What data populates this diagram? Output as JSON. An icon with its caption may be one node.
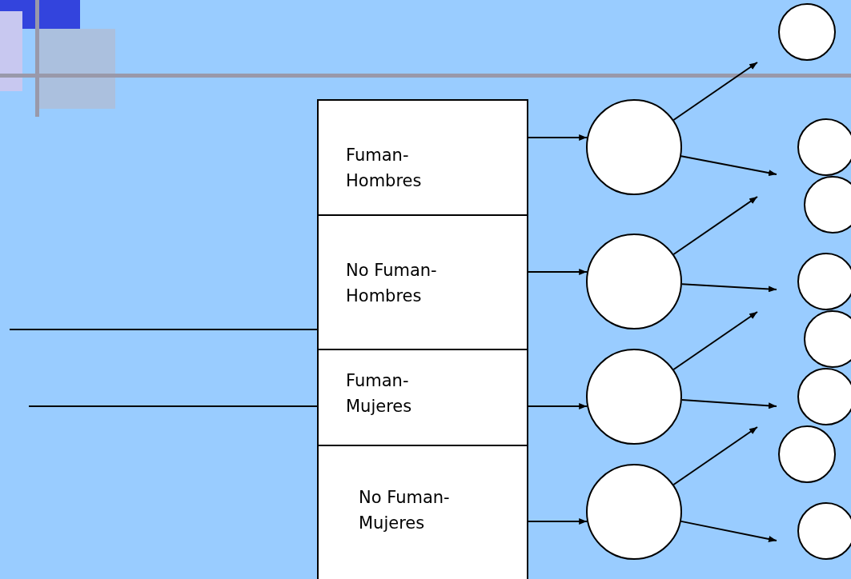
{
  "diagram": {
    "nodes": [
      {
        "text": [
          "Fuman- Hombres"
        ]
      },
      {
        "text": [
          "No Fuman- Hombres"
        ]
      },
      {
        "text": [
          "Fuman- Mujeres"
        ]
      },
      {
        "text": [
          "No Fuman- Mujeres"
        ]
      },
      {
        "text": [],
        "shape": "circle"
      },
      {
        "text": [],
        "shape": "circle"
      },
      {
        "text": [],
        "shape": "circle"
      },
      {
        "text": [],
        "shape": "circle"
      },
      {
        "text": [],
        "shape": "circle"
      },
      {
        "text": [],
        "shape": "circle"
      },
      {
        "text": [],
        "shape": "circle"
      },
      {
        "text": [],
        "shape": "circle"
      },
      {
        "text": [],
        "shape": "circle"
      },
      {
        "text": [],
        "shape": "circle"
      },
      {
        "text": [],
        "shape": "circle"
      },
      {
        "text": [],
        "shape": "circle"
      }
    ],
    "edges": [
      {
        "from": 0,
        "to": 4,
        "arrow": "to"
      },
      {
        "from": 1,
        "to": 5,
        "arrow": "to"
      },
      {
        "from": 2,
        "to": 6,
        "arrow": "to"
      },
      {
        "from": 3,
        "to": 7,
        "arrow": "to"
      },
      {
        "from": 4,
        "to": 8,
        "arrow": "to"
      },
      {
        "from": 4,
        "to": 9,
        "arrow": "to"
      },
      {
        "from": 5,
        "to": null,
        "arrow": "to"
      },
      {
        "from": 5,
        "to": 11,
        "arrow": "to"
      },
      {
        "from": 6,
        "to": null,
        "arrow": "to"
      },
      {
        "from": 6,
        "to": 13,
        "arrow": "to"
      },
      {
        "from": 7,
        "to": 14,
        "arrow": "to"
      },
      {
        "from": 7,
        "to": 15,
        "arrow": "to"
      },
      {
        "from": null,
        "to": 1,
        "arrow": "none"
      },
      {
        "from": null,
        "to": 2,
        "arrow": "none"
      }
    ]
  }
}
